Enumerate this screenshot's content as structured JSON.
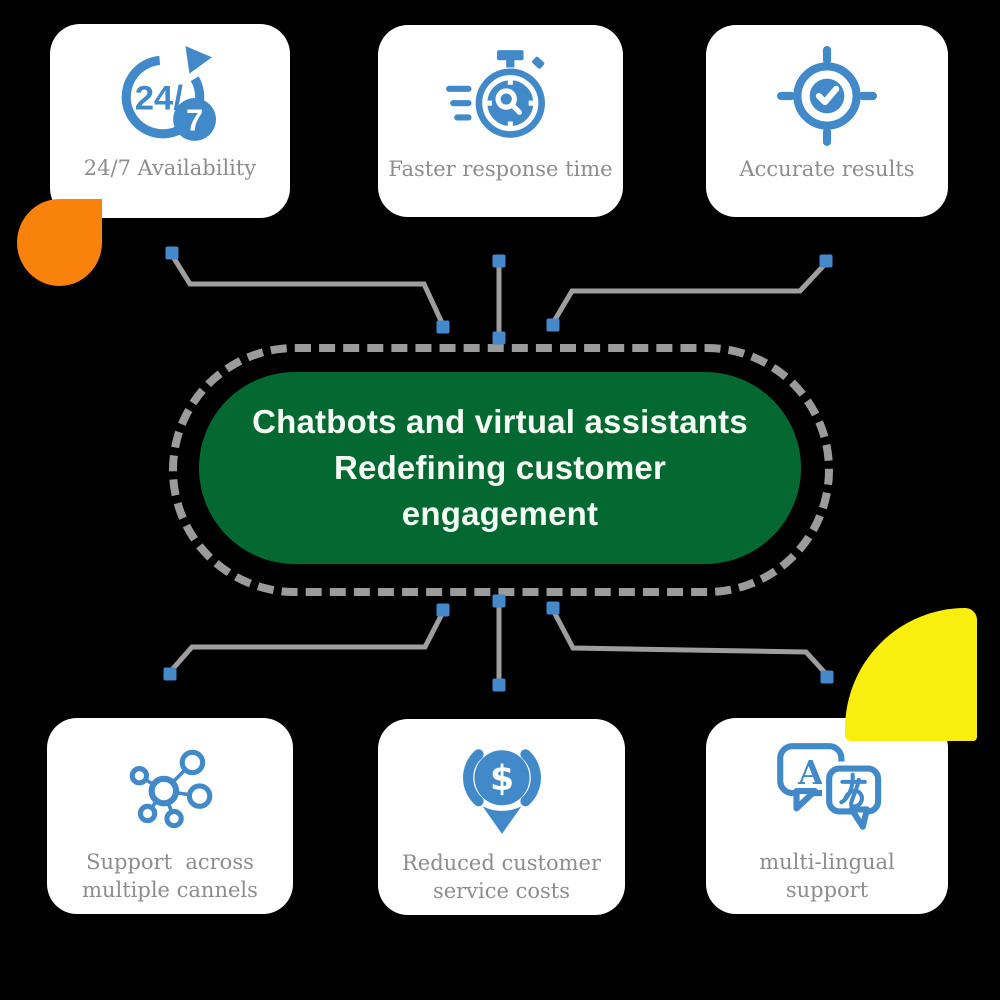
{
  "center": {
    "title": "Chatbots and virtual assistants\nRedefining customer\nengagement"
  },
  "cards": [
    {
      "id": "availability",
      "label": "24/7 Availability",
      "icon": "24-7-clock-icon"
    },
    {
      "id": "response-time",
      "label": "Faster response time",
      "icon": "stopwatch-icon"
    },
    {
      "id": "accurate",
      "label": "Accurate results",
      "icon": "target-check-icon"
    },
    {
      "id": "multi-channel",
      "label": "Support  across\nmultiple cannels",
      "icon": "network-nodes-icon"
    },
    {
      "id": "reduced-costs",
      "label": "Reduced customer\nservice costs",
      "icon": "dollar-down-arrow-icon"
    },
    {
      "id": "multi-lingual",
      "label": "multi-lingual\nsupport",
      "icon": "translation-bubbles-icon"
    }
  ],
  "icon_text": {
    "twenty_four_slash": "24/",
    "seven": "7",
    "dollar": "$",
    "letter_a": "A",
    "hiragana_a": "あ"
  },
  "colors": {
    "background": "#000000",
    "card_bg": "#ffffff",
    "icon_blue": "#4289c9",
    "label_gray": "#8d8d8d",
    "pill_green": "#046831",
    "pill_text": "#f2fbf4",
    "connector_gray": "#9e9e9e",
    "dot_blue": "#4589cb",
    "dashed_border_gray": "#9b9b9b",
    "accent_orange": "#f8820b",
    "accent_yellow": "#f9ef0e"
  }
}
